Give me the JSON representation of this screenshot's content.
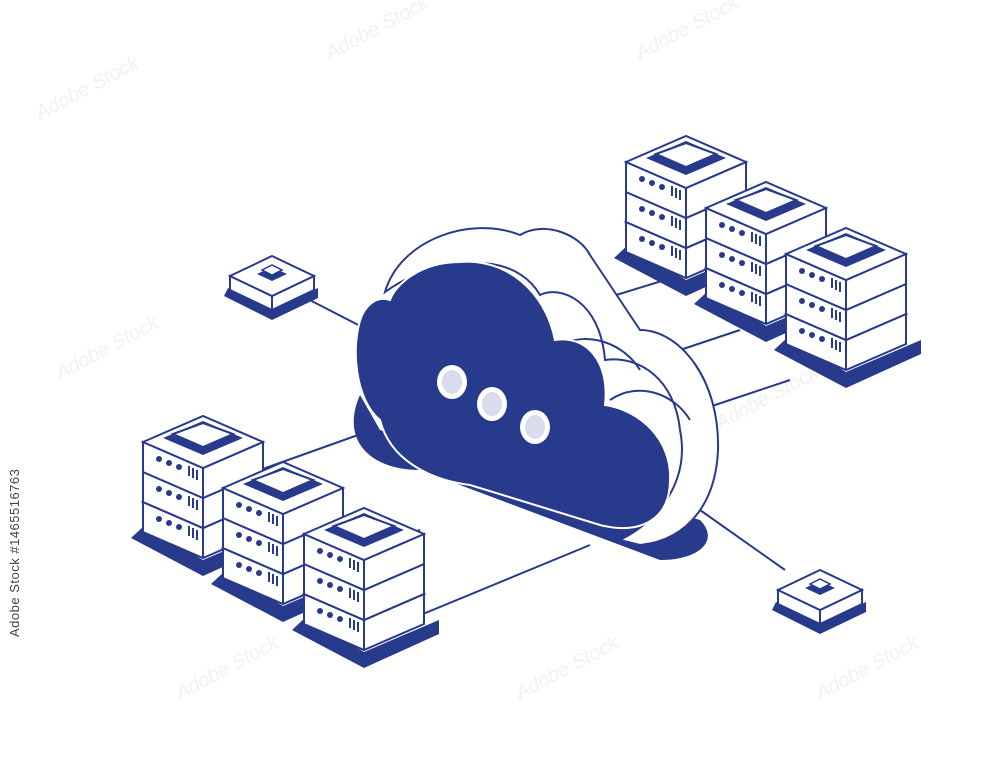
{
  "illustration": {
    "subject": "isometric cloud computing network",
    "colors": {
      "accent": "#283a8b",
      "background": "#ffffff",
      "outline": "#283a8b"
    },
    "icons": [
      "cloud-icon",
      "server-rack-icon",
      "network-node-icon"
    ],
    "server_groups": [
      {
        "name": "server-group-left",
        "rack_count": 3
      },
      {
        "name": "server-group-right",
        "rack_count": 3
      }
    ],
    "network_node_count": 2,
    "cloud_indicator_dots": 3
  },
  "watermark": {
    "brand_text": "Adobe Stock",
    "stock_id": "#1465516763"
  }
}
